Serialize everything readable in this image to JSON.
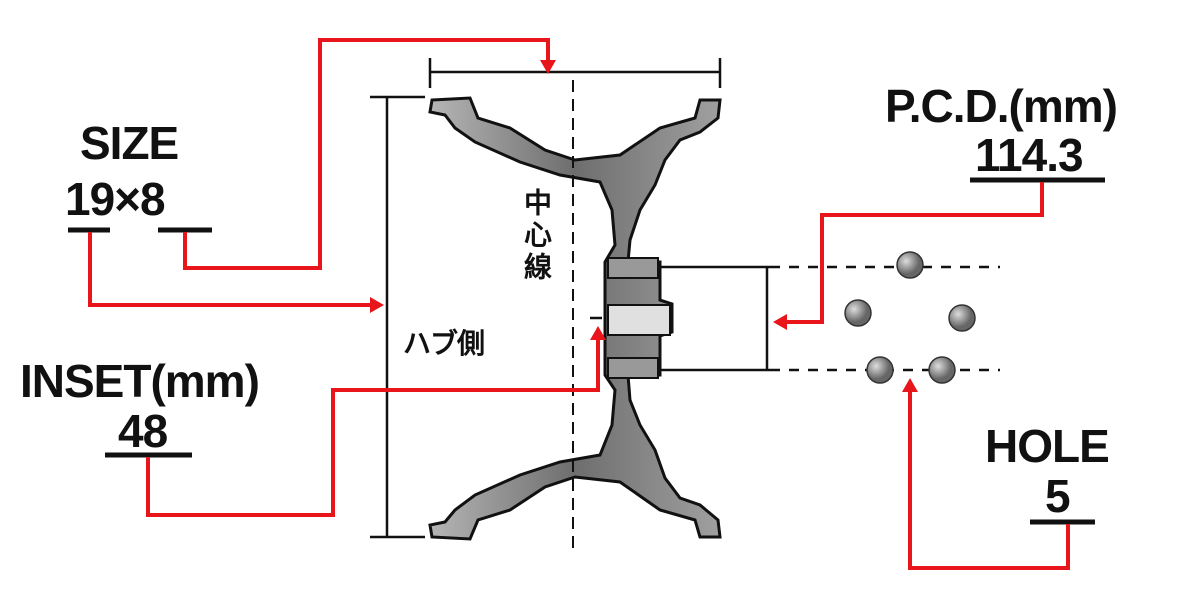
{
  "size": {
    "title": "SIZE",
    "value": "19×8"
  },
  "inset": {
    "title": "INSET(mm)",
    "value": "48"
  },
  "pcd": {
    "title": "P.C.D.(mm)",
    "value": "114.3"
  },
  "hole": {
    "title": "HOLE",
    "value": "5"
  },
  "center_line": "中心線",
  "hub_side": "ハブ側",
  "colors": {
    "callout": "#e8151b",
    "wheel": "#8a8a8a",
    "line": "#111111"
  }
}
